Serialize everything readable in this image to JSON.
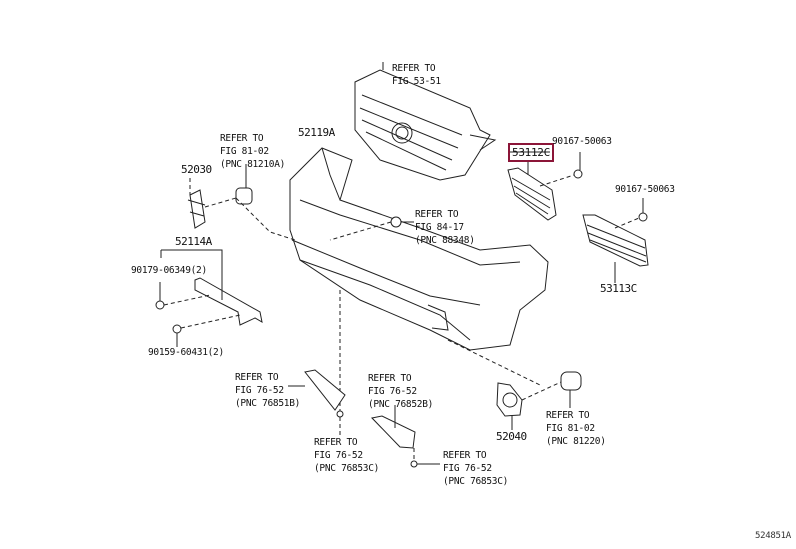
{
  "diagram": {
    "highlight_color": "#8b1538",
    "figure_code": "524851A",
    "labels": {
      "grille_ref": [
        "REFER TO",
        "FIG 53-51"
      ],
      "bumper_cover": "52119A",
      "foglamp_left_ref": [
        "REFER TO",
        "FIG 81-02",
        "(PNC 81210A)"
      ],
      "bezel_left": "52030",
      "license_bracket": "52114A",
      "clip_1": "90179-06349(2)",
      "screw_1": "90159-60431(2)",
      "clip_ref": [
        "REFER TO",
        "FIG 84-17",
        "(PNC 88348)"
      ],
      "grille_left": "53112C",
      "screw_upper": "90167-50063",
      "screw_lower": "90167-50063",
      "grille_right": "53113C",
      "lower_ref_1": [
        "REFER TO",
        "FIG 76-52",
        "(PNC 76851B)"
      ],
      "lower_ref_2": [
        "REFER TO",
        "FIG 76-52",
        "(PNC 76852B)"
      ],
      "lower_ref_3": [
        "REFER TO",
        "FIG 76-52",
        "(PNC 76853C)"
      ],
      "lower_ref_4": [
        "REFER TO",
        "FIG 76-52",
        "(PNC 76853C)"
      ],
      "bezel_right": "52040",
      "foglamp_right_ref": [
        "REFER TO",
        "FIG 81-02",
        "(PNC 81220)"
      ]
    }
  }
}
